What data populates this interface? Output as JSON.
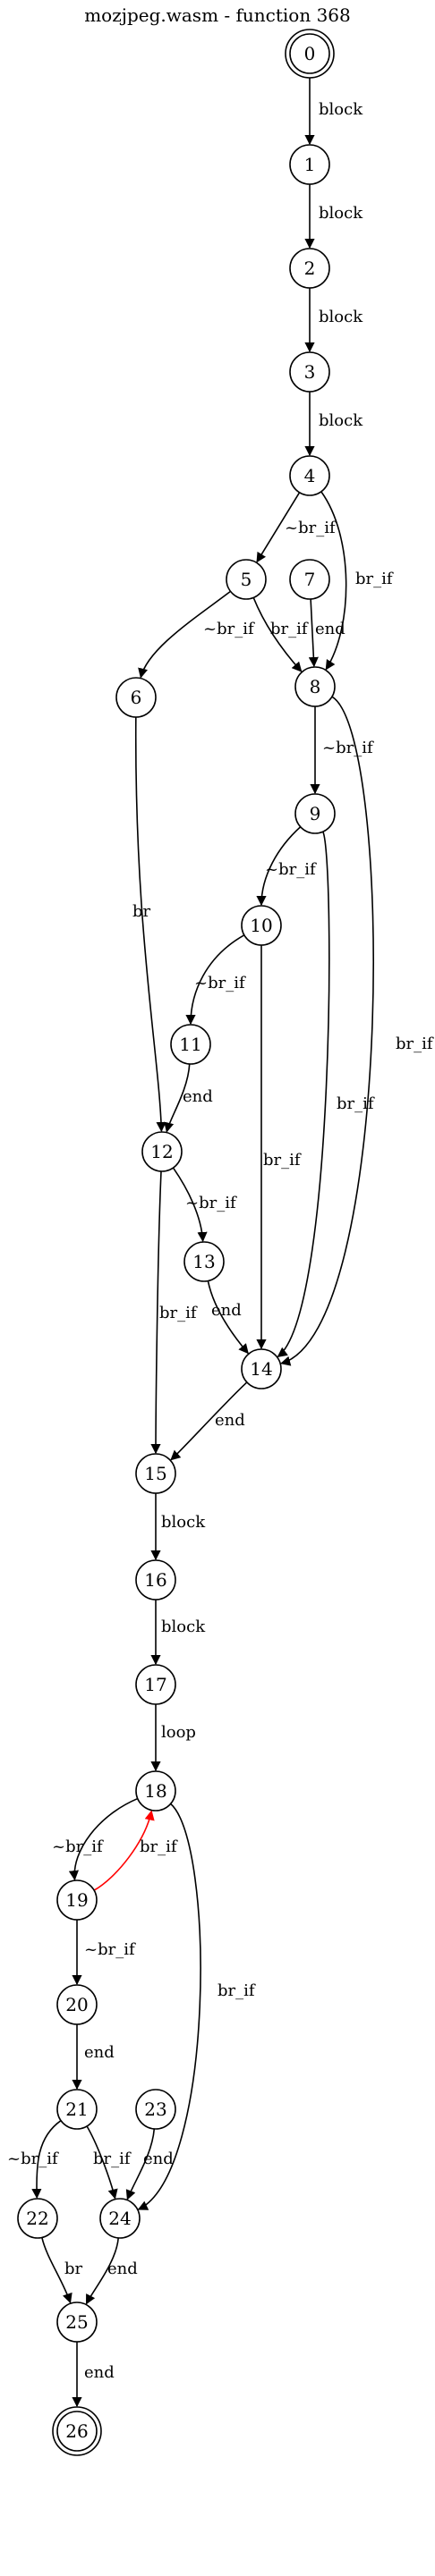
{
  "title": "mozjpeg.wasm - function 368",
  "colors": {
    "default_edge": "#000000",
    "back_edge": "#ff0000",
    "background": "#ffffff"
  },
  "nodes": [
    {
      "id": "0",
      "label": "0",
      "terminal": true
    },
    {
      "id": "1",
      "label": "1"
    },
    {
      "id": "2",
      "label": "2"
    },
    {
      "id": "3",
      "label": "3"
    },
    {
      "id": "4",
      "label": "4"
    },
    {
      "id": "5",
      "label": "5"
    },
    {
      "id": "6",
      "label": "6"
    },
    {
      "id": "7",
      "label": "7"
    },
    {
      "id": "8",
      "label": "8"
    },
    {
      "id": "9",
      "label": "9"
    },
    {
      "id": "10",
      "label": "10"
    },
    {
      "id": "11",
      "label": "11"
    },
    {
      "id": "12",
      "label": "12"
    },
    {
      "id": "13",
      "label": "13"
    },
    {
      "id": "14",
      "label": "14"
    },
    {
      "id": "15",
      "label": "15"
    },
    {
      "id": "16",
      "label": "16"
    },
    {
      "id": "17",
      "label": "17"
    },
    {
      "id": "18",
      "label": "18"
    },
    {
      "id": "19",
      "label": "19"
    },
    {
      "id": "20",
      "label": "20"
    },
    {
      "id": "21",
      "label": "21"
    },
    {
      "id": "22",
      "label": "22"
    },
    {
      "id": "23",
      "label": "23"
    },
    {
      "id": "24",
      "label": "24"
    },
    {
      "id": "25",
      "label": "25"
    },
    {
      "id": "26",
      "label": "26",
      "terminal": true
    }
  ],
  "edges": [
    {
      "from": "0",
      "to": "1",
      "label": "block"
    },
    {
      "from": "1",
      "to": "2",
      "label": "block"
    },
    {
      "from": "2",
      "to": "3",
      "label": "block"
    },
    {
      "from": "3",
      "to": "4",
      "label": "block"
    },
    {
      "from": "4",
      "to": "5",
      "label": "~br_if"
    },
    {
      "from": "4",
      "to": "8",
      "label": "br_if"
    },
    {
      "from": "5",
      "to": "6",
      "label": "~br_if"
    },
    {
      "from": "5",
      "to": "8",
      "label": "br_if"
    },
    {
      "from": "7",
      "to": "8",
      "label": "end"
    },
    {
      "from": "6",
      "to": "12",
      "label": "br"
    },
    {
      "from": "8",
      "to": "9",
      "label": "~br_if"
    },
    {
      "from": "8",
      "to": "14",
      "label": "br_if"
    },
    {
      "from": "9",
      "to": "10",
      "label": "~br_if"
    },
    {
      "from": "9",
      "to": "14",
      "label": "br_if"
    },
    {
      "from": "10",
      "to": "11",
      "label": "~br_if"
    },
    {
      "from": "10",
      "to": "14",
      "label": "br_if"
    },
    {
      "from": "11",
      "to": "12",
      "label": "end"
    },
    {
      "from": "12",
      "to": "13",
      "label": "~br_if"
    },
    {
      "from": "12",
      "to": "15",
      "label": "br_if"
    },
    {
      "from": "13",
      "to": "14",
      "label": "end"
    },
    {
      "from": "14",
      "to": "15",
      "label": "end"
    },
    {
      "from": "15",
      "to": "16",
      "label": "block"
    },
    {
      "from": "16",
      "to": "17",
      "label": "block"
    },
    {
      "from": "17",
      "to": "18",
      "label": "loop"
    },
    {
      "from": "18",
      "to": "19",
      "label": "~br_if"
    },
    {
      "from": "19",
      "to": "18",
      "label": "br_if",
      "back": true
    },
    {
      "from": "18",
      "to": "24",
      "label": "br_if"
    },
    {
      "from": "19",
      "to": "20",
      "label": "~br_if"
    },
    {
      "from": "20",
      "to": "21",
      "label": "end"
    },
    {
      "from": "21",
      "to": "22",
      "label": "~br_if"
    },
    {
      "from": "21",
      "to": "24",
      "label": "br_if"
    },
    {
      "from": "23",
      "to": "24",
      "label": "end"
    },
    {
      "from": "22",
      "to": "25",
      "label": "br"
    },
    {
      "from": "24",
      "to": "25",
      "label": "end"
    },
    {
      "from": "25",
      "to": "26",
      "label": "end"
    }
  ]
}
